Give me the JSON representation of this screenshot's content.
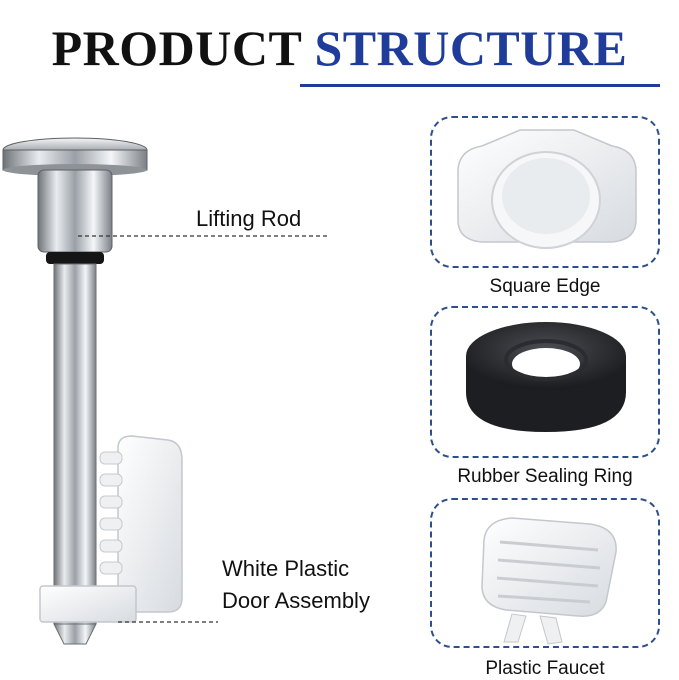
{
  "title": {
    "word1": "PRODUCT",
    "word2": "STRUCTURE"
  },
  "labels": {
    "lifting_rod": "Lifting Rod",
    "door_line1": "White Plastic",
    "door_line2": "Door Assembly"
  },
  "parts": [
    {
      "caption": "Square Edge"
    },
    {
      "caption": "Rubber Sealing Ring"
    },
    {
      "caption": "Plastic Faucet"
    }
  ],
  "colors": {
    "accent": "#1f3c9a",
    "dashed_border": "#2d4f8c",
    "text": "#111111"
  }
}
